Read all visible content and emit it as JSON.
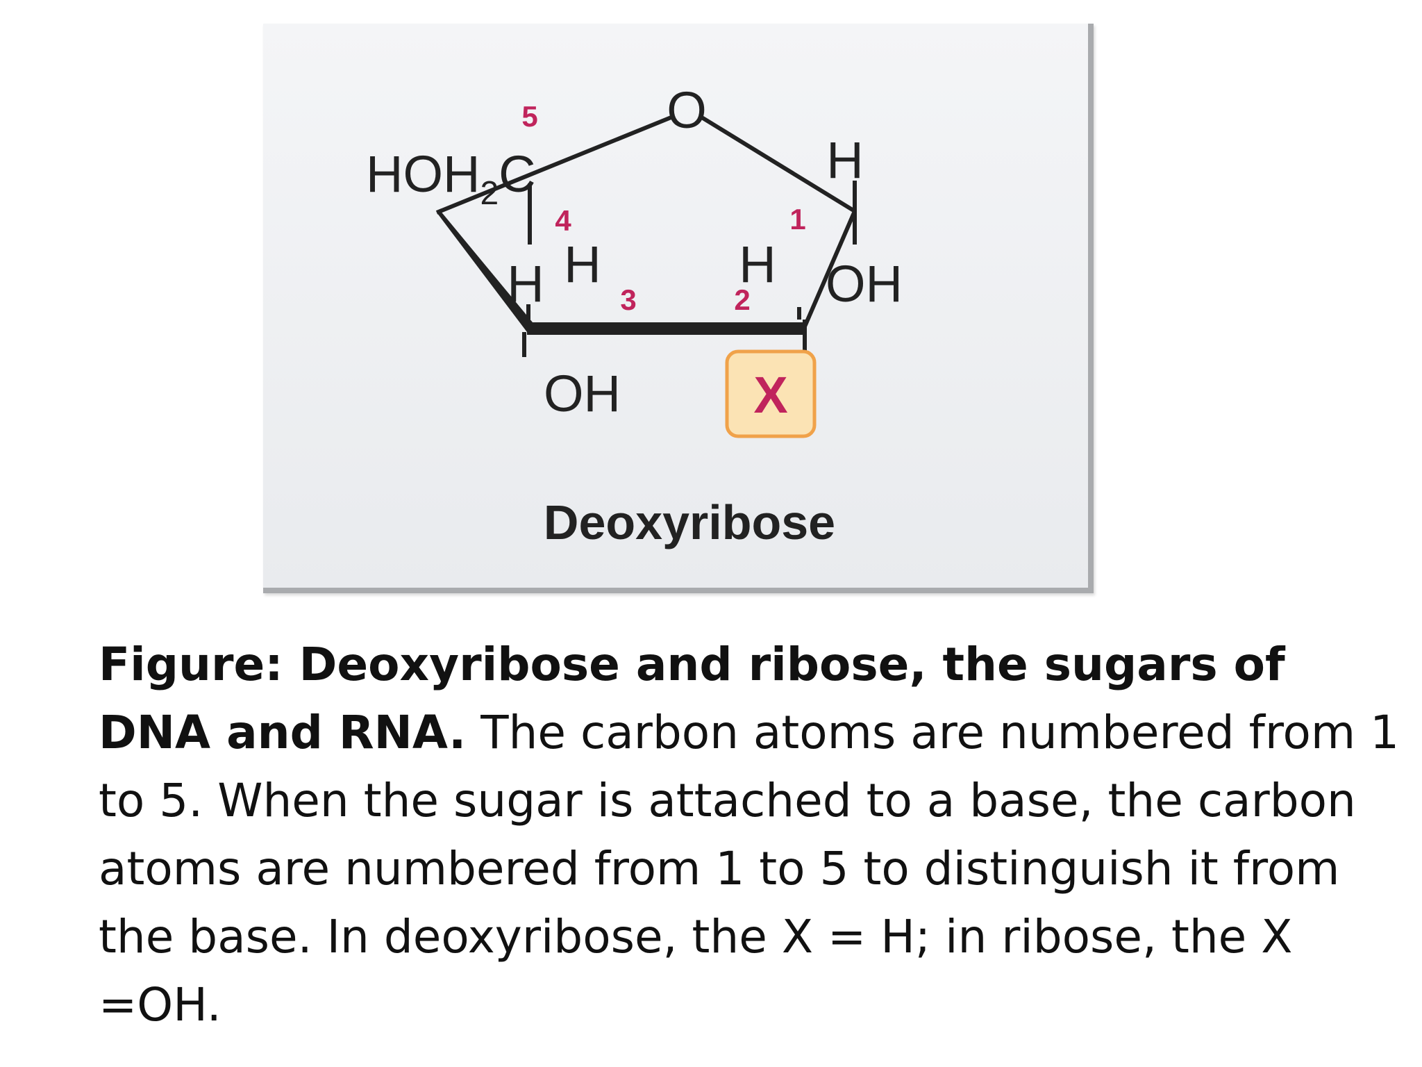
{
  "diagram": {
    "ring_oxygen": "O",
    "c5_group": "HOH",
    "c5_subscript": "2",
    "c5_atom": "C",
    "c1_top": "H",
    "c1_bottom": "OH",
    "c4_bottom": "H",
    "c3_top": "H",
    "c3_bottom": "OH",
    "c2_top": "H",
    "c2_substituent": "X",
    "numbers": {
      "c1": "1",
      "c2": "2",
      "c3": "3",
      "c4": "4",
      "c5": "5"
    },
    "sugar_name": "Deoxyribose",
    "colors": {
      "number": "#c0245c",
      "highlight_fill": "#fbe3b4",
      "highlight_stroke": "#f0a24a"
    }
  },
  "caption": {
    "bold": "Figure: Deoxyribose and ribose, the sugars of DNA and RNA.",
    "text": " The carbon atoms are numbered from 1 to 5. When the sugar is attached to a base, the carbon atoms are numbered from 1 to 5 to distinguish it from the base. In deoxyribose, the X = H; in ribose, the X =OH."
  }
}
